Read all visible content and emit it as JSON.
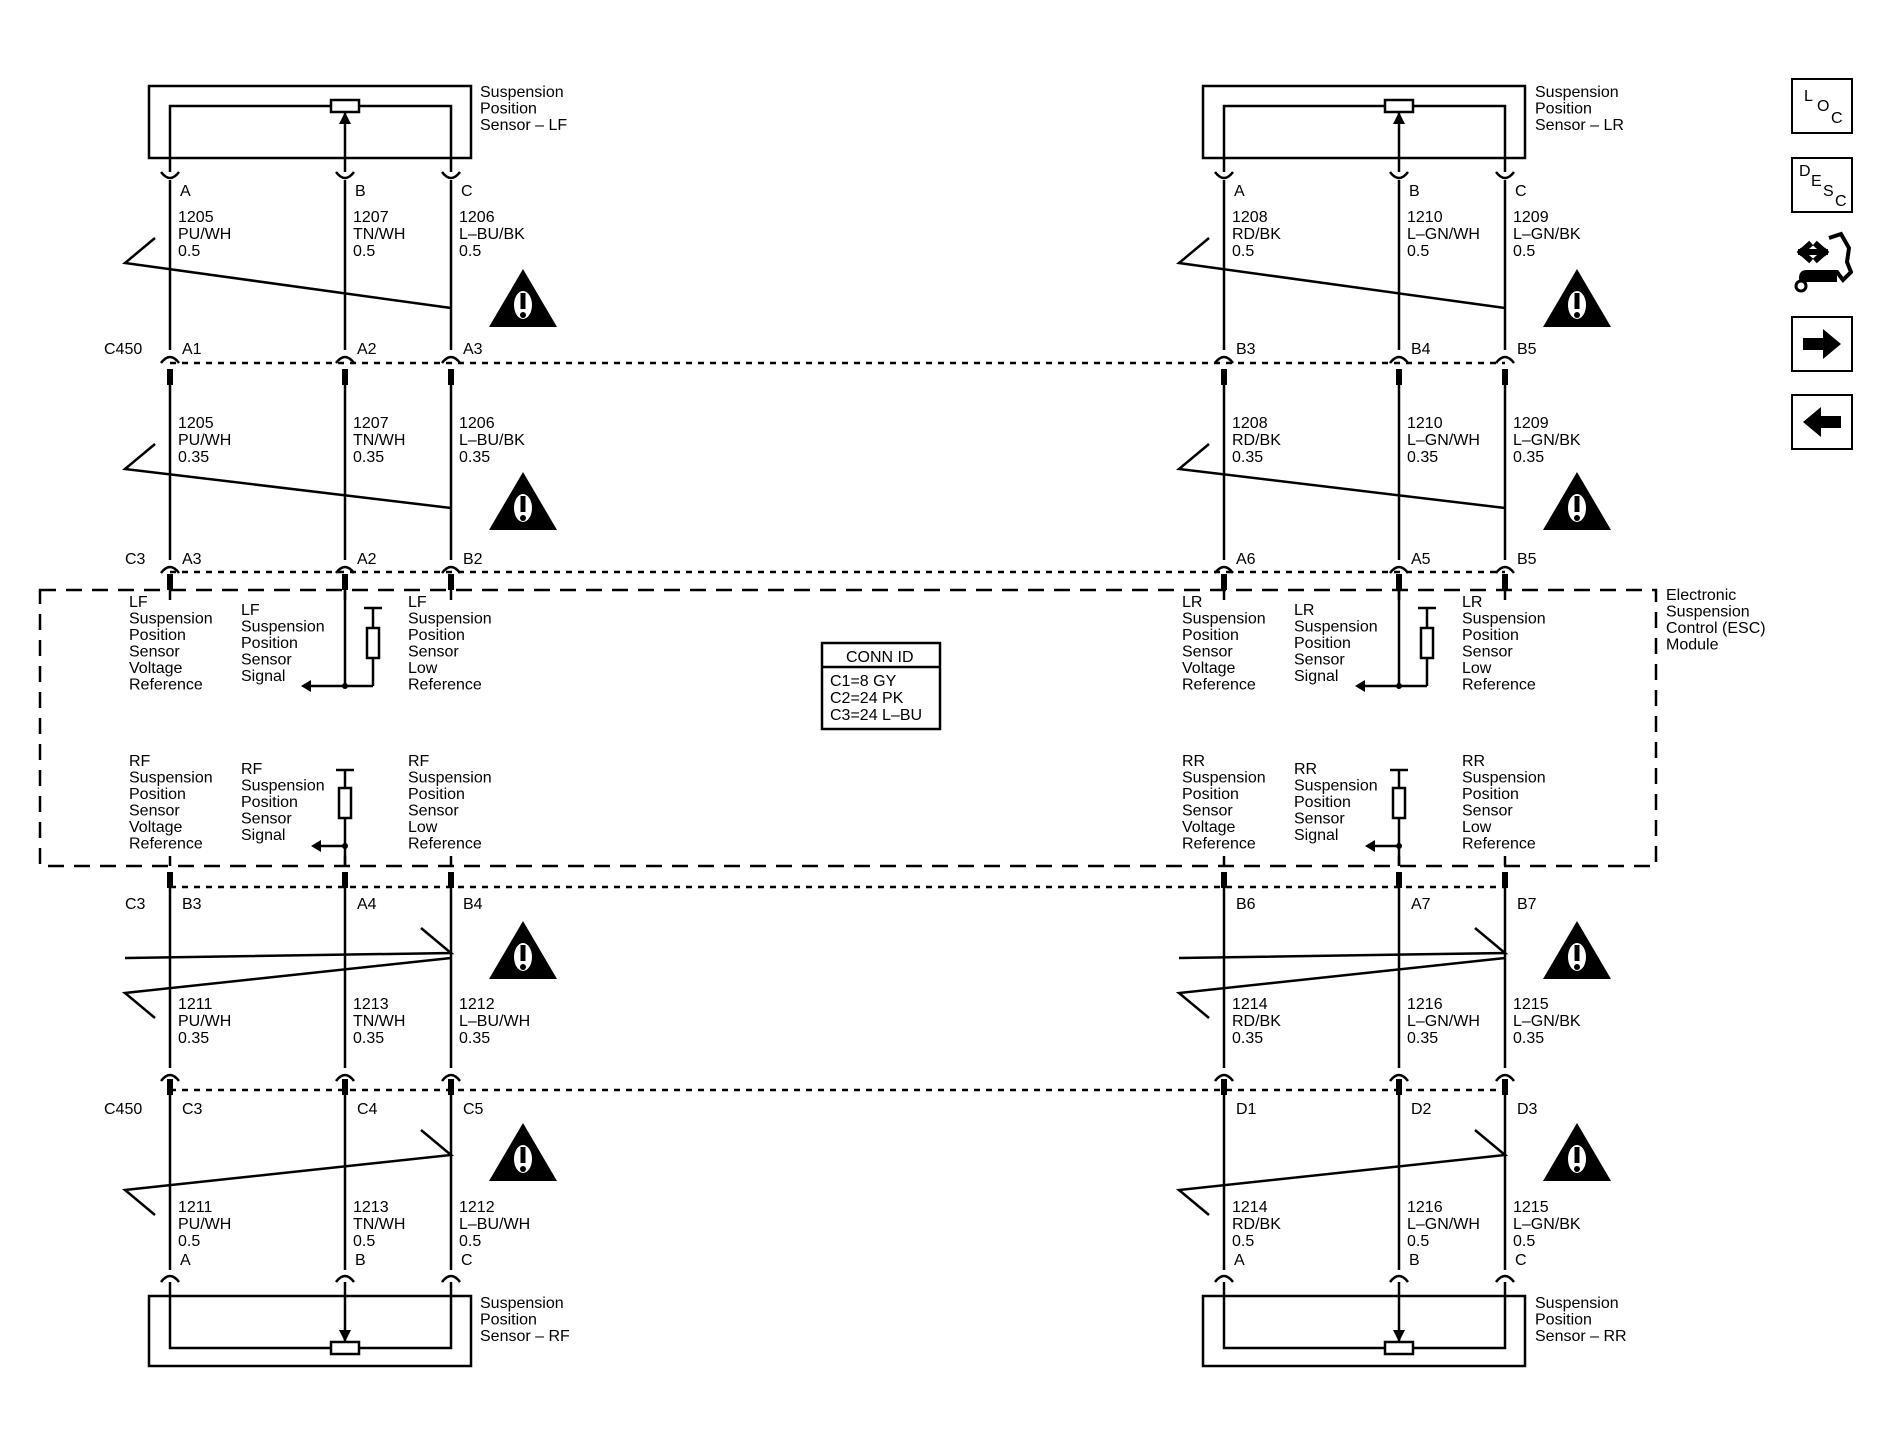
{
  "sensors": {
    "lf": "Suspension|Position|Sensor – LF",
    "lr": "Suspension|Position|Sensor – LR",
    "rf": "Suspension|Position|Sensor – RF",
    "rr": "Suspension|Position|Sensor – RR"
  },
  "module": {
    "name": "Electronic|Suspension|Control (ESC)|Module",
    "conn_id_title": "CONN ID",
    "conn_id_lines": [
      "C1=8 GY",
      "C2=24 PK",
      "C3=24 L–BU"
    ]
  },
  "connectors": {
    "c450": "C450",
    "c3": "C3"
  },
  "circuits": {
    "upper_left": {
      "sensor_pins": [
        "A",
        "B",
        "C"
      ],
      "wires_top": [
        [
          "1205",
          "PU/WH",
          "0.5"
        ],
        [
          "1207",
          "TN/WH",
          "0.5"
        ],
        [
          "1206",
          "L–BU/BK",
          "0.5"
        ]
      ],
      "c450_pins": [
        "A1",
        "A2",
        "A3"
      ],
      "wires_mid": [
        [
          "1205",
          "PU/WH",
          "0.35"
        ],
        [
          "1207",
          "TN/WH",
          "0.35"
        ],
        [
          "1206",
          "L–BU/BK",
          "0.35"
        ]
      ],
      "c3_pins": [
        "A3",
        "A2",
        "B2"
      ]
    },
    "upper_right": {
      "sensor_pins": [
        "A",
        "B",
        "C"
      ],
      "wires_top": [
        [
          "1208",
          "RD/BK",
          "0.5"
        ],
        [
          "1210",
          "L–GN/WH",
          "0.5"
        ],
        [
          "1209",
          "L–GN/BK",
          "0.5"
        ]
      ],
      "c450_pins": [
        "B3",
        "B4",
        "B5"
      ],
      "wires_mid": [
        [
          "1208",
          "RD/BK",
          "0.35"
        ],
        [
          "1210",
          "L–GN/WH",
          "0.35"
        ],
        [
          "1209",
          "L–GN/BK",
          "0.35"
        ]
      ],
      "c3_pins": [
        "A6",
        "A5",
        "B5"
      ]
    },
    "lower_left": {
      "c3_pins": [
        "B3",
        "A4",
        "B4"
      ],
      "wires_mid": [
        [
          "1211",
          "PU/WH",
          "0.35"
        ],
        [
          "1213",
          "TN/WH",
          "0.35"
        ],
        [
          "1212",
          "L–BU/WH",
          "0.35"
        ]
      ],
      "c450_pins": [
        "C3",
        "C4",
        "C5"
      ],
      "wires_bot": [
        [
          "1211",
          "PU/WH",
          "0.5"
        ],
        [
          "1213",
          "TN/WH",
          "0.5"
        ],
        [
          "1212",
          "L–BU/WH",
          "0.5"
        ]
      ],
      "sensor_pins": [
        "A",
        "B",
        "C"
      ]
    },
    "lower_right": {
      "c3_pins": [
        "B6",
        "A7",
        "B7"
      ],
      "wires_mid": [
        [
          "1214",
          "RD/BK",
          "0.35"
        ],
        [
          "1216",
          "L–GN/WH",
          "0.35"
        ],
        [
          "1215",
          "L–GN/BK",
          "0.35"
        ]
      ],
      "c450_pins": [
        "D1",
        "D2",
        "D3"
      ],
      "wires_bot": [
        [
          "1214",
          "RD/BK",
          "0.5"
        ],
        [
          "1216",
          "L–GN/WH",
          "0.5"
        ],
        [
          "1215",
          "L–GN/BK",
          "0.5"
        ]
      ],
      "sensor_pins": [
        "A",
        "B",
        "C"
      ]
    }
  },
  "module_labels": {
    "lf": [
      "LF|Suspension|Position|Sensor|Voltage|Reference",
      "LF|Suspension|Position|Sensor|Signal",
      "LF|Suspension|Position|Sensor|Low|Reference"
    ],
    "lr": [
      "LR|Suspension|Position|Sensor|Voltage|Reference",
      "LR|Suspension|Position|Sensor|Signal",
      "LR|Suspension|Position|Sensor|Low|Reference"
    ],
    "rf": [
      "RF|Suspension|Position|Sensor|Voltage|Reference",
      "RF|Suspension|Position|Sensor|Signal",
      "RF|Suspension|Position|Sensor|Low|Reference"
    ],
    "rr": [
      "RR|Suspension|Position|Sensor|Voltage|Reference",
      "RR|Suspension|Position|Sensor|Signal",
      "RR|Suspension|Position|Sensor|Low|Reference"
    ]
  },
  "nav": {
    "loc": [
      "L",
      "O",
      "C"
    ],
    "desc": [
      "D",
      "E",
      "S",
      "C"
    ],
    "icons": [
      "loc-icon",
      "desc-icon",
      "connector-repair-icon",
      "next-arrow-icon",
      "previous-arrow-icon"
    ]
  }
}
